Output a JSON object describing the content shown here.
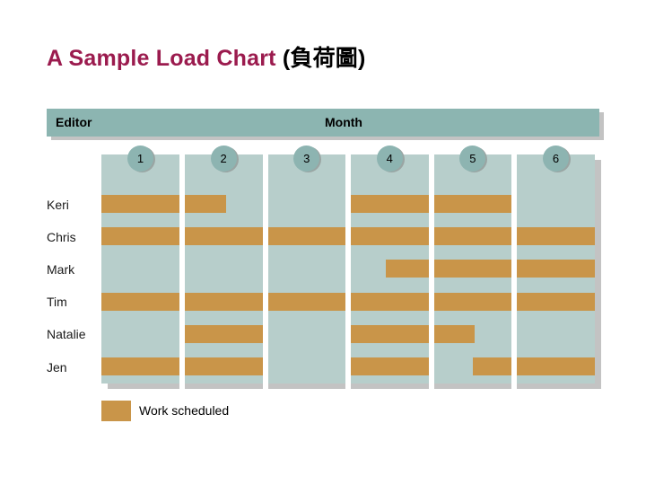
{
  "slide": {
    "title_latin": "A Sample Load Chart ",
    "title_cjk": "(負荷圖)"
  },
  "colors": {
    "title": "#9B1B4E",
    "header_bar": "#8CB5B1",
    "month_badge": "#8DB4B1",
    "grid": "#B7CECB",
    "bar": "#C99549",
    "shadow": "#C3C3C3"
  },
  "chart_data": {
    "type": "gantt",
    "title": "A Sample Load Chart (負荷圖)",
    "row_header": "Editor",
    "column_header": "Month",
    "columns": [
      "1",
      "2",
      "3",
      "4",
      "5",
      "6"
    ],
    "x_axis": {
      "label": "Month",
      "range": [
        1,
        6
      ],
      "unit": "months"
    },
    "rows": [
      {
        "name": "Keri",
        "scheduled_months": [
          [
            0,
            1.53
          ],
          [
            3,
            5
          ]
        ]
      },
      {
        "name": "Chris",
        "scheduled_months": [
          [
            0,
            6
          ]
        ]
      },
      {
        "name": "Mark",
        "scheduled_months": [
          [
            3.45,
            6
          ]
        ]
      },
      {
        "name": "Tim",
        "scheduled_months": [
          [
            0,
            6
          ]
        ]
      },
      {
        "name": "Natalie",
        "scheduled_months": [
          [
            1,
            2
          ],
          [
            3,
            4.52
          ]
        ]
      },
      {
        "name": "Jen",
        "scheduled_months": [
          [
            0,
            2
          ],
          [
            3,
            4
          ],
          [
            4.5,
            6
          ]
        ]
      }
    ],
    "legend": [
      {
        "label": "Work scheduled",
        "color": "#C99549"
      }
    ]
  }
}
